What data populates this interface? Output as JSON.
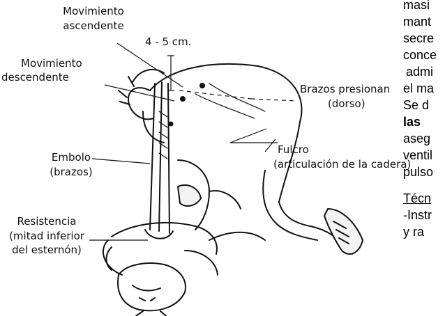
{
  "labels": {
    "movimiento_ascendente": [
      "Movimiento",
      "ascendente"
    ],
    "distancia": "4 - 5 cm.",
    "movimiento_descendente": [
      "Movimiento",
      "descendente"
    ],
    "brazos_presionan": [
      "Brazos presionan",
      "(dorso)"
    ],
    "fulcro": [
      "Fulcro",
      "(articulación de la cadera)"
    ],
    "embolo": [
      "Embolo",
      "(brazos)"
    ],
    "resistencia": [
      "Resistencia",
      "(mitad inferior",
      "del esternón)"
    ]
  },
  "side_text": {
    "lines": [
      "masi",
      "mant",
      "secre",
      "conce",
      "admi",
      "el ma",
      "Se d",
      "las",
      "aseg",
      "ventil",
      "pulso"
    ],
    "bold_lines": [
      7
    ],
    "heading": "Técn",
    "after_lines": [
      "-Instr",
      "y ra"
    ]
  }
}
